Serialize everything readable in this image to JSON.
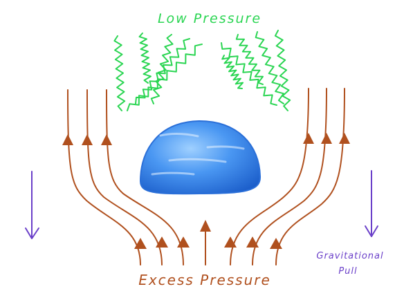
{
  "labels": {
    "top": "Low Pressure",
    "bottom": "Excess Pressure",
    "side_line1": "Gravitational",
    "side_line2": "Pull"
  },
  "colors": {
    "low_pressure": "#2ad552",
    "flow": "#b0501e",
    "gravity": "#6a3fc9",
    "droplet_light": "#8fc8ff",
    "droplet_mid": "#3f8ff0",
    "droplet_dark": "#1b5fd0"
  },
  "icons": {
    "flow": "arrow-up-icon",
    "gravity": "arrow-down-icon"
  }
}
